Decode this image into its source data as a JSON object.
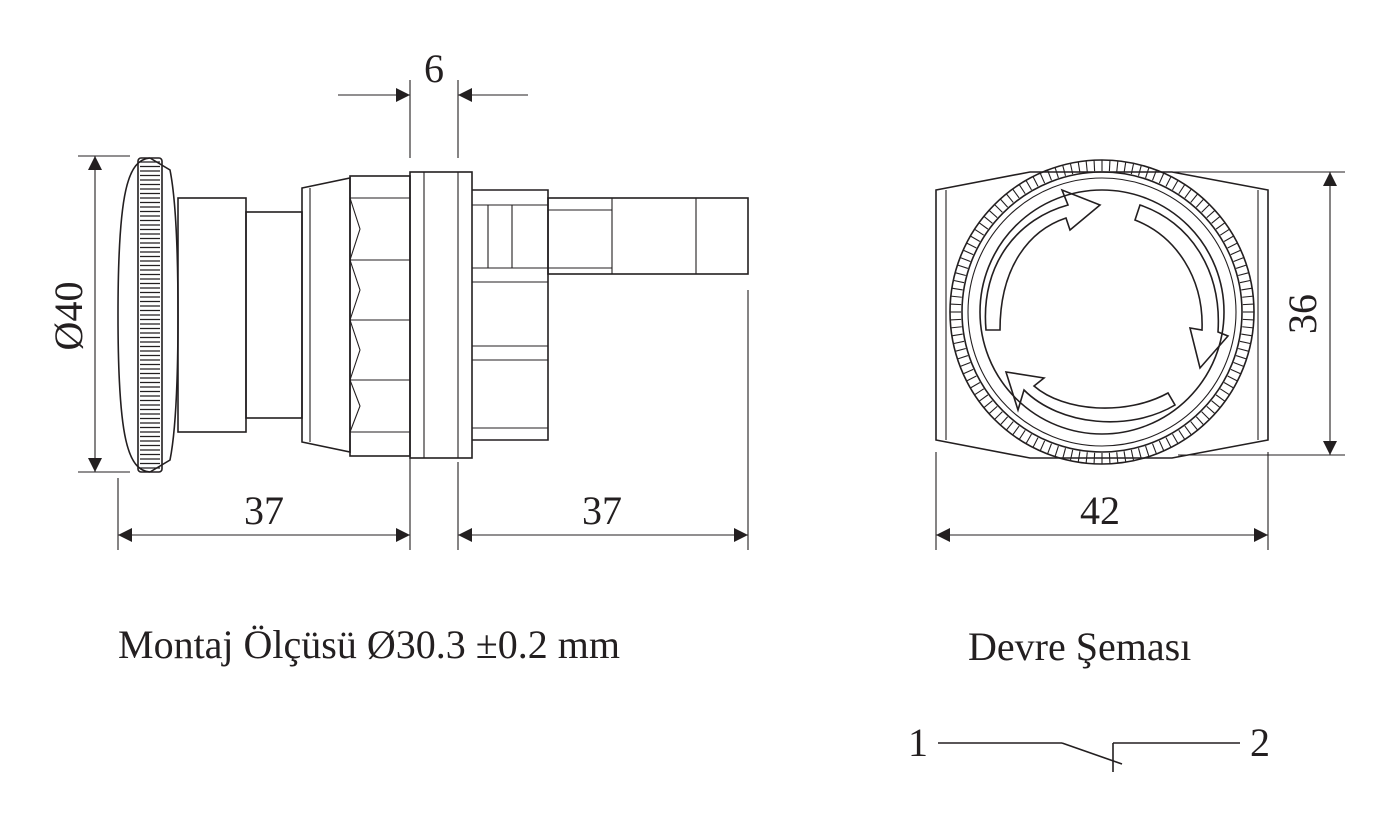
{
  "side_view": {
    "dim_panel": "6",
    "dim_diameter": "Ø40",
    "dim_front": "37",
    "dim_rear": "37"
  },
  "front_view": {
    "dim_height": "36",
    "dim_width": "42"
  },
  "captions": {
    "mounting": "Montaj Ölçüsü Ø30.3 ±0.2 mm",
    "circuit": "Devre Şeması"
  },
  "circuit": {
    "terminal_1": "1",
    "terminal_2": "2"
  }
}
